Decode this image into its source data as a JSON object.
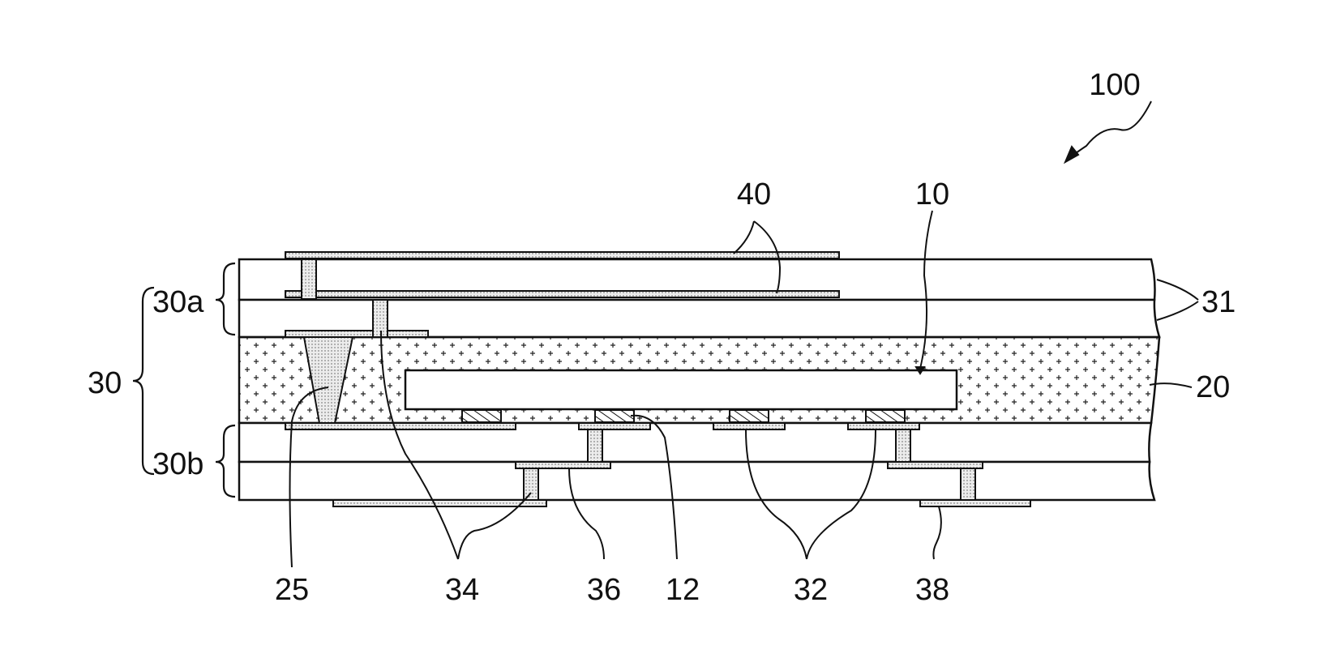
{
  "labels": {
    "ref_100": "100",
    "ref_40": "40",
    "ref_10": "10",
    "ref_31": "31",
    "ref_30a": "30a",
    "ref_30": "30",
    "ref_20": "20",
    "ref_30b": "30b",
    "ref_25": "25",
    "ref_34": "34",
    "ref_36": "36",
    "ref_12": "12",
    "ref_32": "32",
    "ref_38": "38"
  },
  "colors": {
    "line": "#111111",
    "pad_fill": "#e6e6e6",
    "via_fill": "#d8d8d8",
    "encapsulant_fill": "#ffffff"
  }
}
